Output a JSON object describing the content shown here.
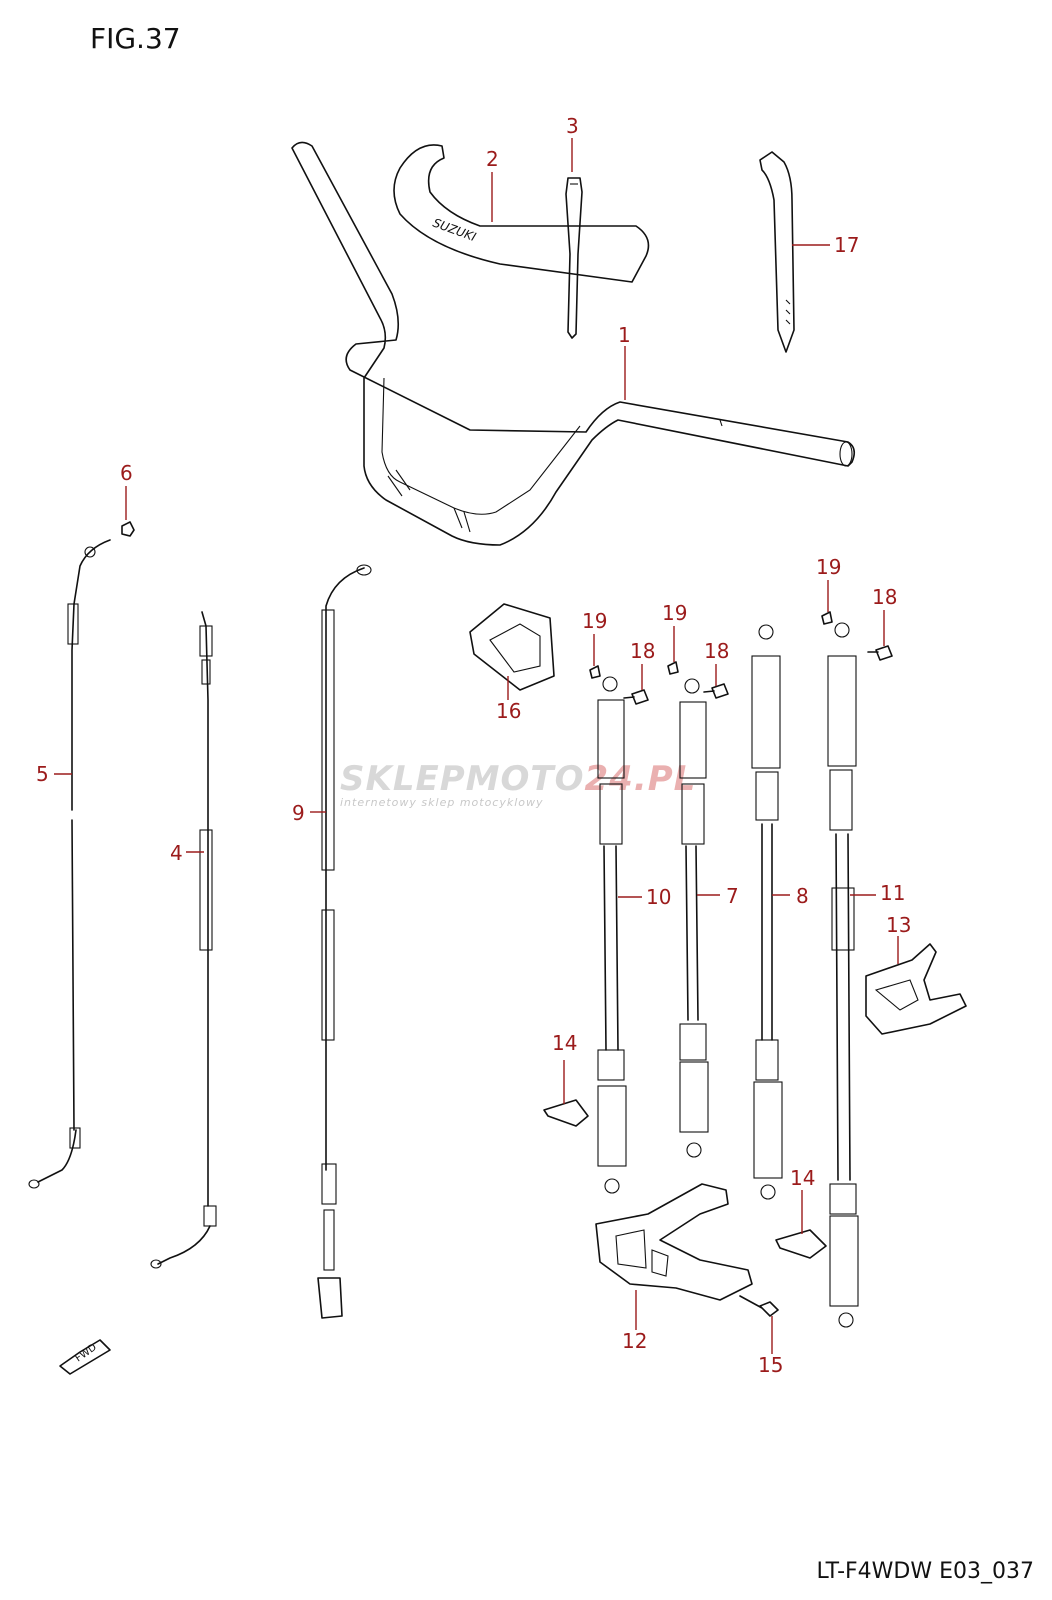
{
  "figure": {
    "title": "FIG.37",
    "code": "LT-F4WDW E03_037"
  },
  "watermark": {
    "brand_grey": "SKLEPMOTO",
    "brand_red": "24.PL",
    "tagline": "internetowy sklep motocyklowy"
  },
  "fwd_label": "FWD",
  "bar_logo": "SUZUKI",
  "callouts": [
    {
      "id": "c1",
      "label": "1"
    },
    {
      "id": "c2",
      "label": "2"
    },
    {
      "id": "c3",
      "label": "3"
    },
    {
      "id": "c4",
      "label": "4"
    },
    {
      "id": "c5",
      "label": "5"
    },
    {
      "id": "c6",
      "label": "6"
    },
    {
      "id": "c7",
      "label": "7"
    },
    {
      "id": "c8",
      "label": "8"
    },
    {
      "id": "c9",
      "label": "9"
    },
    {
      "id": "c10",
      "label": "10"
    },
    {
      "id": "c11",
      "label": "11"
    },
    {
      "id": "c12",
      "label": "12"
    },
    {
      "id": "c13",
      "label": "13"
    },
    {
      "id": "c14a",
      "label": "14"
    },
    {
      "id": "c14b",
      "label": "14"
    },
    {
      "id": "c15",
      "label": "15"
    },
    {
      "id": "c16",
      "label": "16"
    },
    {
      "id": "c17",
      "label": "17"
    },
    {
      "id": "c18a",
      "label": "18"
    },
    {
      "id": "c18b",
      "label": "18"
    },
    {
      "id": "c18c",
      "label": "18"
    },
    {
      "id": "c19a",
      "label": "19"
    },
    {
      "id": "c19b",
      "label": "19"
    },
    {
      "id": "c19c",
      "label": "19"
    }
  ],
  "colors": {
    "callout": "#9b1b1b",
    "line": "#111111",
    "watermark_red": "#e89a9a"
  }
}
